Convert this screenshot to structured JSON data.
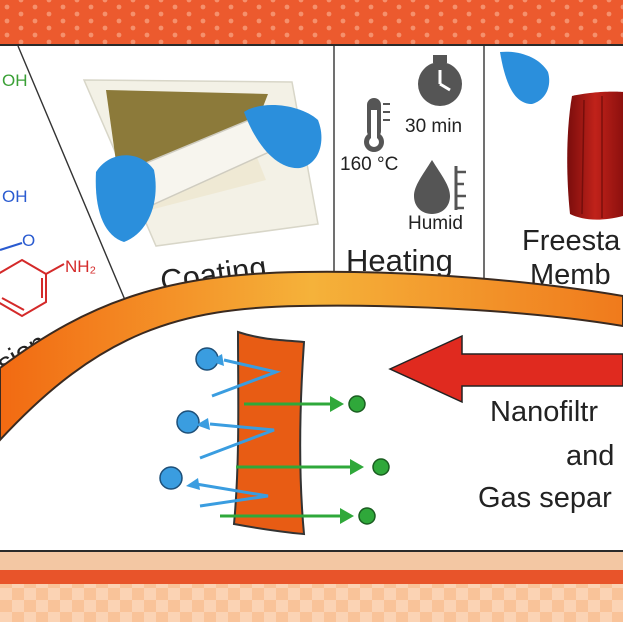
{
  "panels": {
    "dispersion": {
      "oh_top": "OH",
      "oh_mid": "OH",
      "amine": "NH₂",
      "label": "sion"
    },
    "coating": {
      "label": "Coating"
    },
    "heating": {
      "time": "30 min",
      "temperature": "160 °C",
      "humidity": "Humid",
      "label": "Heating"
    },
    "membrane": {
      "label_line1": "Freesta",
      "label_line2": "Memb"
    }
  },
  "separation": {
    "line1": "Nanofiltr",
    "line2": "and",
    "line3": "Gas separ"
  },
  "colors": {
    "orange_frame": "#e8542a",
    "arc_orange": "#f07a1c",
    "membrane_orange": "#e85c14",
    "molecule_blue": "#3a9de0",
    "molecule_green": "#2fa83a",
    "arrow_red": "#e02a1f",
    "chem_green": "#3aa036",
    "chem_blue": "#2a5bd0",
    "chem_red": "#d42a2a",
    "glove_blue": "#2b8fdc",
    "film_red": "#a31412"
  },
  "icons": [
    "thermometer-icon",
    "stopwatch-icon",
    "water-drop-icon",
    "glove-icon"
  ]
}
